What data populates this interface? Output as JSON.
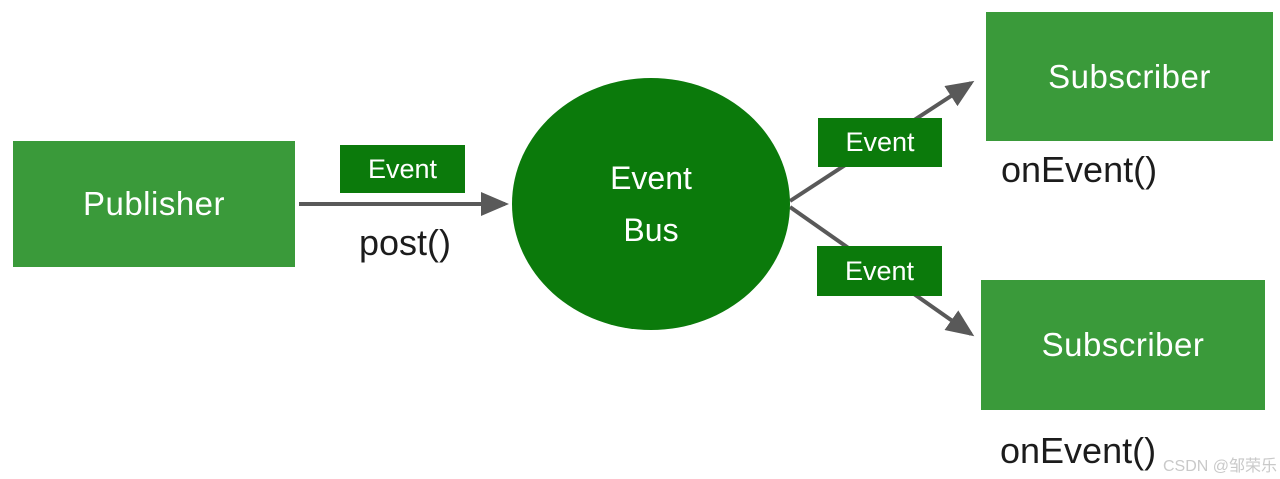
{
  "colors": {
    "box_green": "#3a9a3a",
    "dark_green": "#0b7a0b",
    "arrow_gray": "#595959",
    "text_dark": "#1c1c1c",
    "watermark_gray": "#c9c9c9",
    "background": "#ffffff"
  },
  "publisher": {
    "label": "Publisher",
    "method": "post()"
  },
  "bus": {
    "line1": "Event",
    "line2": "Bus"
  },
  "event_labels": {
    "left": "Event",
    "top": "Event",
    "bottom": "Event"
  },
  "subscribers": {
    "top": {
      "label": "Subscriber",
      "method": "onEvent()"
    },
    "bottom": {
      "label": "Subscriber",
      "method": "onEvent()"
    }
  },
  "watermark": "CSDN @邹荣乐"
}
